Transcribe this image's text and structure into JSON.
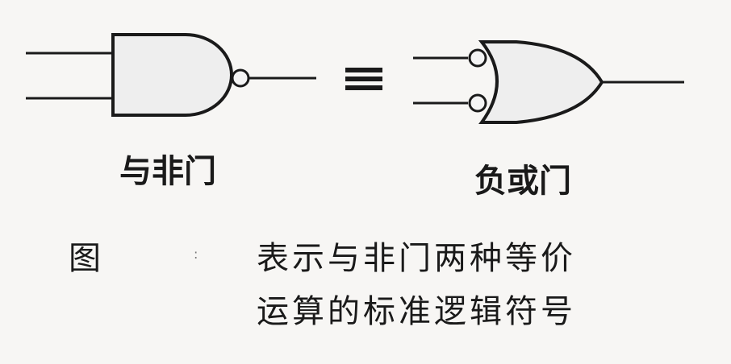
{
  "left_gate": {
    "label": "与非门"
  },
  "equivalence_symbol": "≡",
  "right_gate": {
    "label": "负或门"
  },
  "figure": {
    "prefix": "图",
    "separator": ":",
    "caption_line1": "表示与非门两种等价",
    "caption_line2": "运算的标准逻辑符号"
  },
  "colors": {
    "ink": "#1a1a1a",
    "gate_fill": "#eeeeee",
    "background": "#f7f6f4"
  }
}
